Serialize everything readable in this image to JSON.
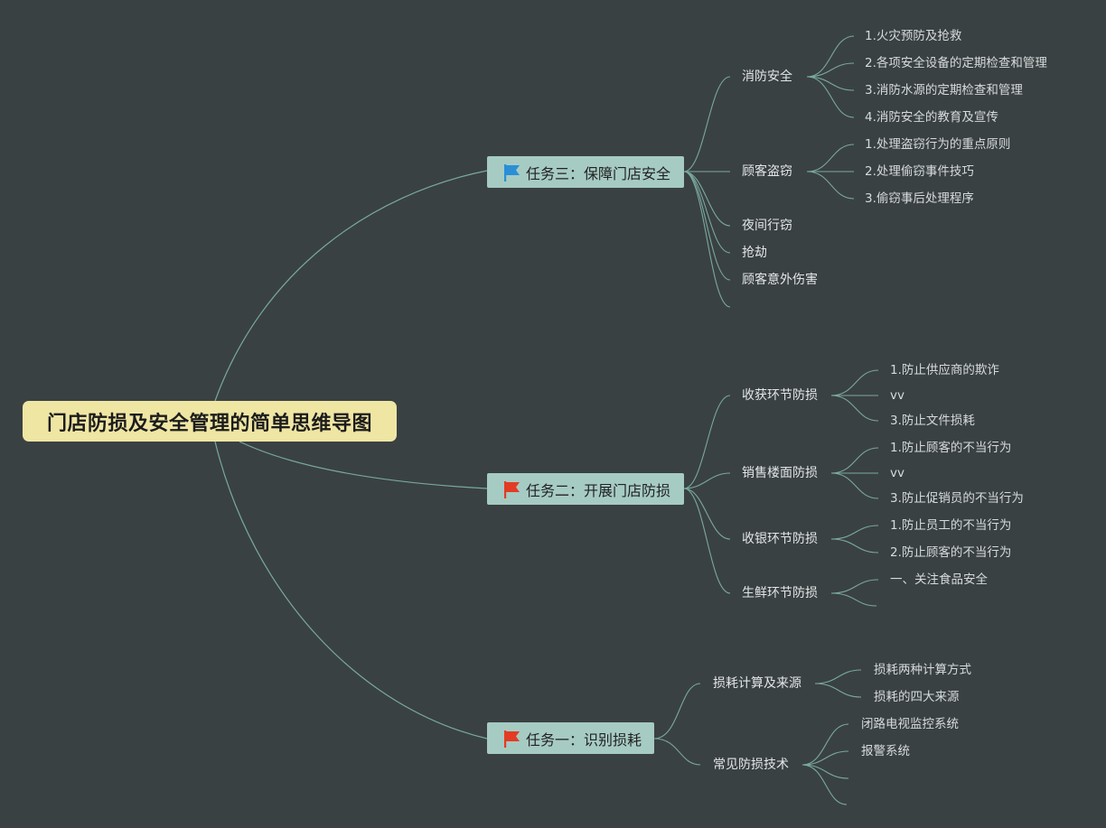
{
  "root": {
    "title": "门店防损及安全管理的简单思维导图"
  },
  "colors": {
    "background": "#3a4143",
    "root_fill": "#efe6a4",
    "task_fill": "#a6cbc3",
    "edge": "#79a99f",
    "flag_blue": "#2a8fd6",
    "flag_red": "#e33b24"
  },
  "tasks": [
    {
      "label": "任务三：保障门店安全",
      "flag_icon": "flag-blue-icon",
      "children": [
        {
          "label": "消防安全",
          "children": [
            "1.火灾预防及抢救",
            "2.各项安全设备的定期检查和管理",
            "3.消防水源的定期检查和管理",
            "4.消防安全的教育及宣传"
          ]
        },
        {
          "label": "顾客盗窃",
          "children": [
            "1.处理盗窃行为的重点原则",
            "2.处理偷窃事件技巧",
            "3.偷窃事后处理程序"
          ]
        },
        {
          "label": "夜间行窃",
          "children": []
        },
        {
          "label": "抢劫",
          "children": []
        },
        {
          "label": "顾客意外伤害",
          "children": []
        }
      ]
    },
    {
      "label": "任务二：开展门店防损",
      "flag_icon": "flag-red-icon",
      "children": [
        {
          "label": "收获环节防损",
          "children": [
            "1.防止供应商的欺诈",
            "vv",
            "3.防止文件损耗"
          ]
        },
        {
          "label": "销售楼面防损",
          "children": [
            "1.防止顾客的不当行为",
            "vv",
            "3.防止促销员的不当行为"
          ]
        },
        {
          "label": "收银环节防损",
          "children": [
            "1.防止员工的不当行为",
            "2.防止顾客的不当行为"
          ]
        },
        {
          "label": "生鲜环节防损",
          "children": [
            "一、关注食品安全"
          ]
        }
      ]
    },
    {
      "label": "任务一：识别损耗",
      "flag_icon": "flag-red-icon",
      "children": [
        {
          "label": "损耗计算及来源",
          "children": [
            "损耗两种计算方式",
            "损耗的四大来源"
          ]
        },
        {
          "label": "常见防损技术",
          "children": [
            "闭路电视监控系统",
            "报警系统"
          ]
        }
      ]
    }
  ]
}
